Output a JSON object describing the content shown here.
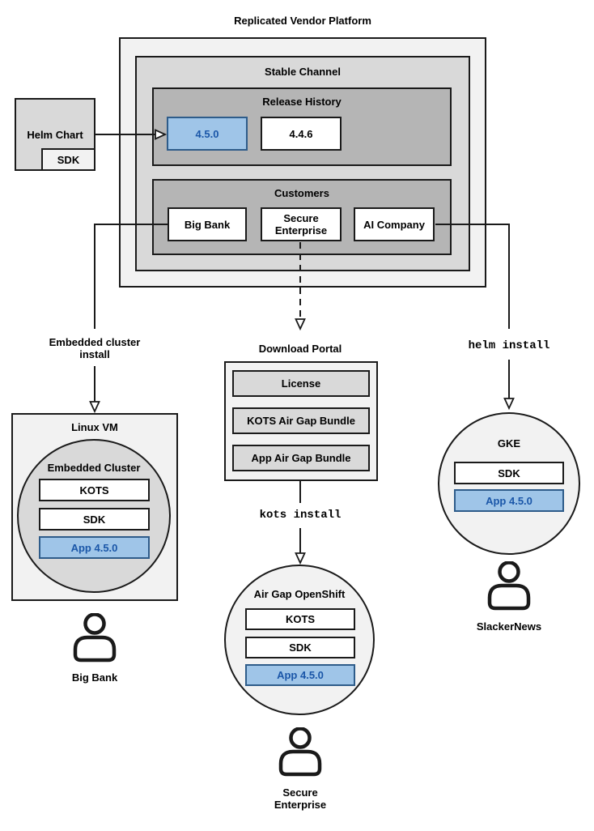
{
  "colors": {
    "box_light": "#f2f2f2",
    "box_mid": "#d9d9d9",
    "box_dark": "#b5b5b5",
    "highlight_fill": "#9fc5e8",
    "highlight_border": "#2e5c8a",
    "highlight_text": "#1a56a8",
    "line": "#1a1a1a"
  },
  "platform": {
    "title": "Replicated Vendor Platform",
    "channel": {
      "title": "Stable Channel",
      "release_history": {
        "title": "Release History",
        "releases": [
          {
            "version": "4.5.0",
            "highlighted": true
          },
          {
            "version": "4.4.6",
            "highlighted": false
          }
        ]
      },
      "customers": {
        "title": "Customers",
        "items": [
          {
            "name": "Big Bank"
          },
          {
            "name": "Secure Enterprise"
          },
          {
            "name": "AI Company"
          }
        ]
      }
    }
  },
  "vendor": {
    "helm_chart_label": "Helm Chart",
    "sdk_label": "SDK"
  },
  "flows": {
    "embedded": {
      "arrow_label": "Embedded cluster install",
      "host_label": "Linux VM",
      "cluster_label": "Embedded Cluster",
      "components": [
        "KOTS",
        "SDK",
        "App 4.5.0"
      ],
      "persona": "Big Bank"
    },
    "airgap": {
      "portal_title": "Download Portal",
      "portal_items": [
        "License",
        "KOTS Air Gap Bundle",
        "App Air Gap Bundle"
      ],
      "command": "kots install",
      "cluster_label": "Air Gap OpenShift",
      "components": [
        "KOTS",
        "SDK",
        "App 4.5.0"
      ],
      "persona": "Secure Enterprise"
    },
    "helm": {
      "command": "helm install",
      "cluster_label": "GKE",
      "components": [
        "SDK",
        "App 4.5.0"
      ],
      "persona": "SlackerNews"
    }
  }
}
